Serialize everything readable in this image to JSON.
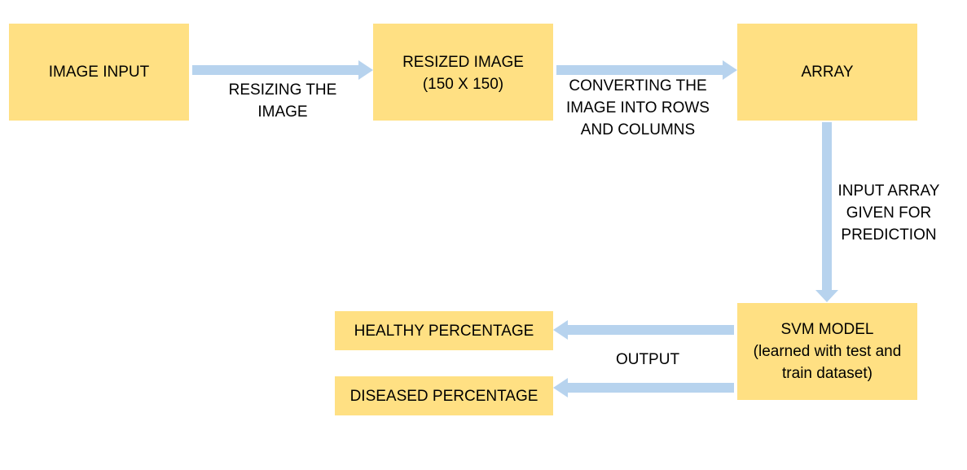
{
  "colors": {
    "box_fill": "#ffe083",
    "arrow_fill": "#b7d3ee",
    "text": "#000000",
    "background": "#ffffff"
  },
  "nodes": {
    "image_input": {
      "lines": [
        "IMAGE INPUT"
      ]
    },
    "resized_image": {
      "lines": [
        "RESIZED IMAGE",
        "(150 X 150)"
      ]
    },
    "array": {
      "lines": [
        "ARRAY"
      ]
    },
    "svm_model": {
      "lines": [
        "SVM MODEL",
        "(learned with test and",
        "train dataset)"
      ]
    },
    "healthy_percentage": {
      "lines": [
        "HEALTHY PERCENTAGE"
      ]
    },
    "diseased_percentage": {
      "lines": [
        "DISEASED PERCENTAGE"
      ]
    }
  },
  "edge_labels": {
    "resizing": {
      "lines": [
        "RESIZING THE",
        "IMAGE"
      ]
    },
    "converting": {
      "lines": [
        "CONVERTING THE",
        "IMAGE INTO ROWS",
        "AND COLUMNS"
      ]
    },
    "input_array": {
      "lines": [
        "INPUT ARRAY",
        "GIVEN FOR",
        "PREDICTION"
      ]
    },
    "output": {
      "lines": [
        "OUTPUT"
      ]
    }
  }
}
